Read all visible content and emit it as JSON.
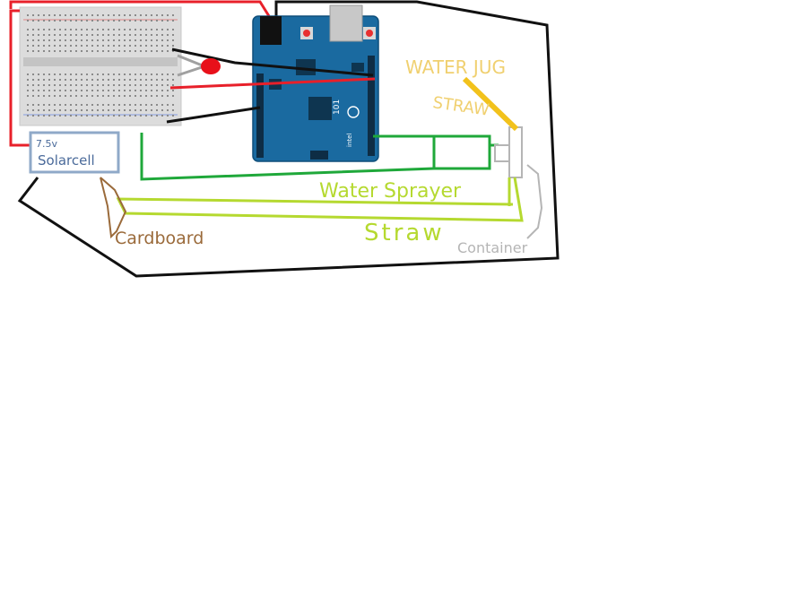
{
  "labels": {
    "solar_cell_voltage": "7.5v",
    "solar_cell": "Solarcell",
    "water_jug": "WATER JUG",
    "straw_top": "STRAW",
    "water_sprayer": "Water Sprayer",
    "cardboard": "Cardboard",
    "straw_bottom": "Straw",
    "container": "Container"
  },
  "board": {
    "model_mark": "101",
    "vendor_mark": "intel"
  },
  "colors": {
    "red_wire": "#e8202a",
    "black_wire": "#111111",
    "green_wire": "#1fa83a",
    "lime_straw": "#b5d930",
    "yellow_straw": "#f2c21c",
    "cardboard_brown": "#9a6a3a",
    "container_gray": "#b5b5b5",
    "solar_frame": "#8fa9c8",
    "solar_text": "#4a6a9a",
    "water_jug_text": "#f0d070",
    "board_blue": "#1a6aa0",
    "led_red": "#e8101a"
  }
}
